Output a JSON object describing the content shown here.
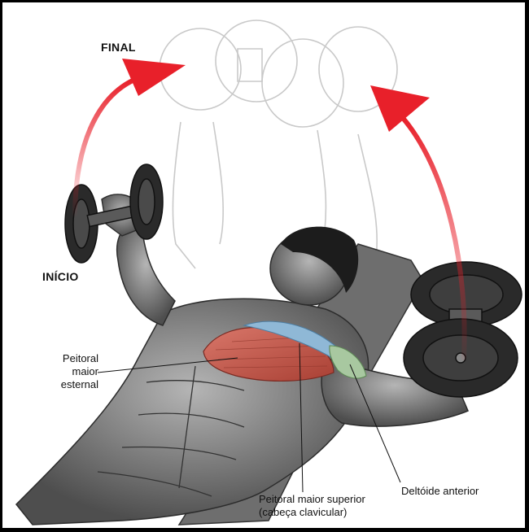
{
  "labels": {
    "final": "FINAL",
    "inicio": "INÍCIO",
    "peitoral_esternal": [
      "Peitoral",
      "maior",
      "esternal"
    ],
    "peitoral_superior": [
      "Peitoral maior superior",
      "(cabeça clavicular)"
    ],
    "deltoide": "Deltóide anterior"
  },
  "colors": {
    "arrow": "#e8202a",
    "muscle_sternal": "#c8584a",
    "muscle_clavicular": "#8fb8d6",
    "deltoid": "#a8c8a0",
    "body": "#7a7a7a",
    "dumbbell": "#2a2a2a"
  }
}
